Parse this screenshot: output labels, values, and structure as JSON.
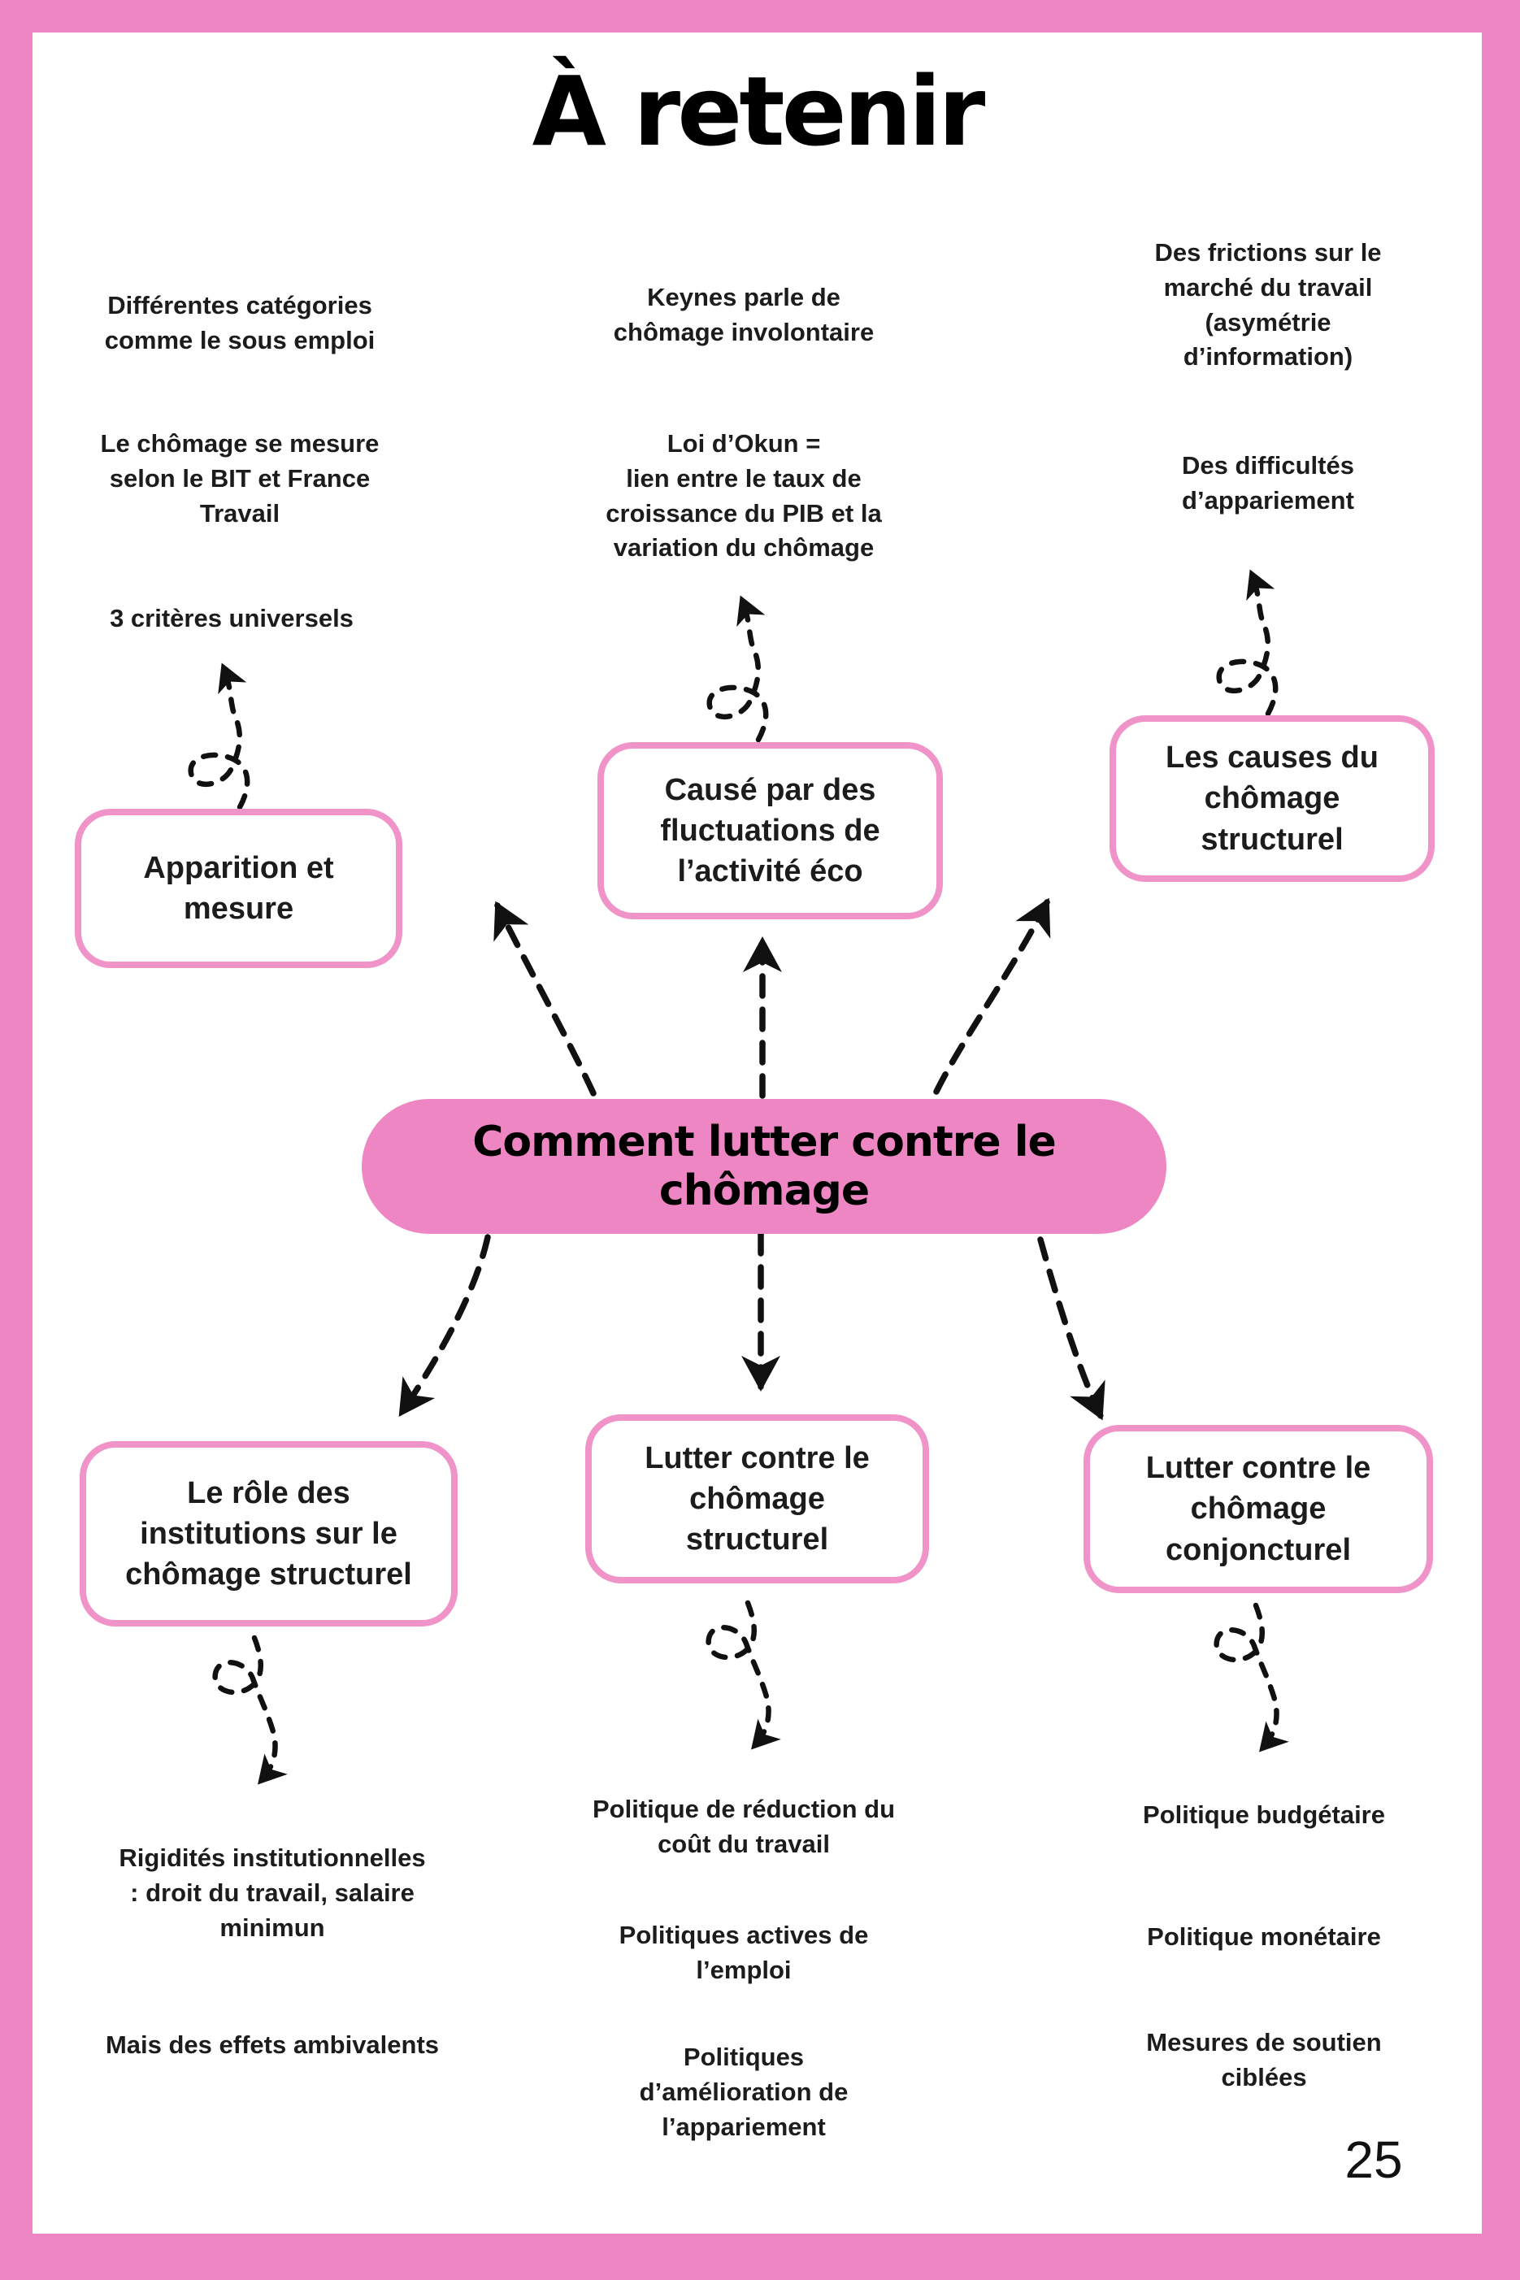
{
  "title": "À retenir",
  "page_number": "25",
  "colors": {
    "pink": "#ee86c3",
    "box_border": "#f093c8",
    "text": "#1c1c1c",
    "arrow": "#111111"
  },
  "center": "Comment lutter contre le chômage",
  "top_branches": [
    {
      "box": "Apparition et mesure",
      "notes": [
        "Différentes catégories comme le sous emploi",
        "Le chômage se mesure selon le BIT et France Travail",
        "3 critères universels"
      ]
    },
    {
      "box": "Causé par des fluctuations de l’activité éco",
      "notes": [
        "Keynes parle de chômage involontaire",
        "Loi d’Okun =\nlien entre le taux de croissance du PIB et la variation du chômage"
      ]
    },
    {
      "box": "Les causes du chômage structurel",
      "notes": [
        "Des frictions sur le marché du travail (asymétrie d’information)",
        "Des difficultés d’appariement"
      ]
    }
  ],
  "bottom_branches": [
    {
      "box": "Le rôle des institutions sur le chômage structurel",
      "notes": [
        "Rigidités institutionnelles : droit du travail, salaire minimun",
        "Mais des effets ambivalents"
      ]
    },
    {
      "box": "Lutter contre le chômage structurel",
      "notes": [
        "Politique de réduction du coût du travail",
        "Politiques actives de l’emploi",
        "Politiques d’amélioration de l’appariement"
      ]
    },
    {
      "box": "Lutter contre le chômage conjoncturel",
      "notes": [
        "Politique budgétaire",
        "Politique monétaire",
        "Mesures de soutien ciblées"
      ]
    }
  ]
}
